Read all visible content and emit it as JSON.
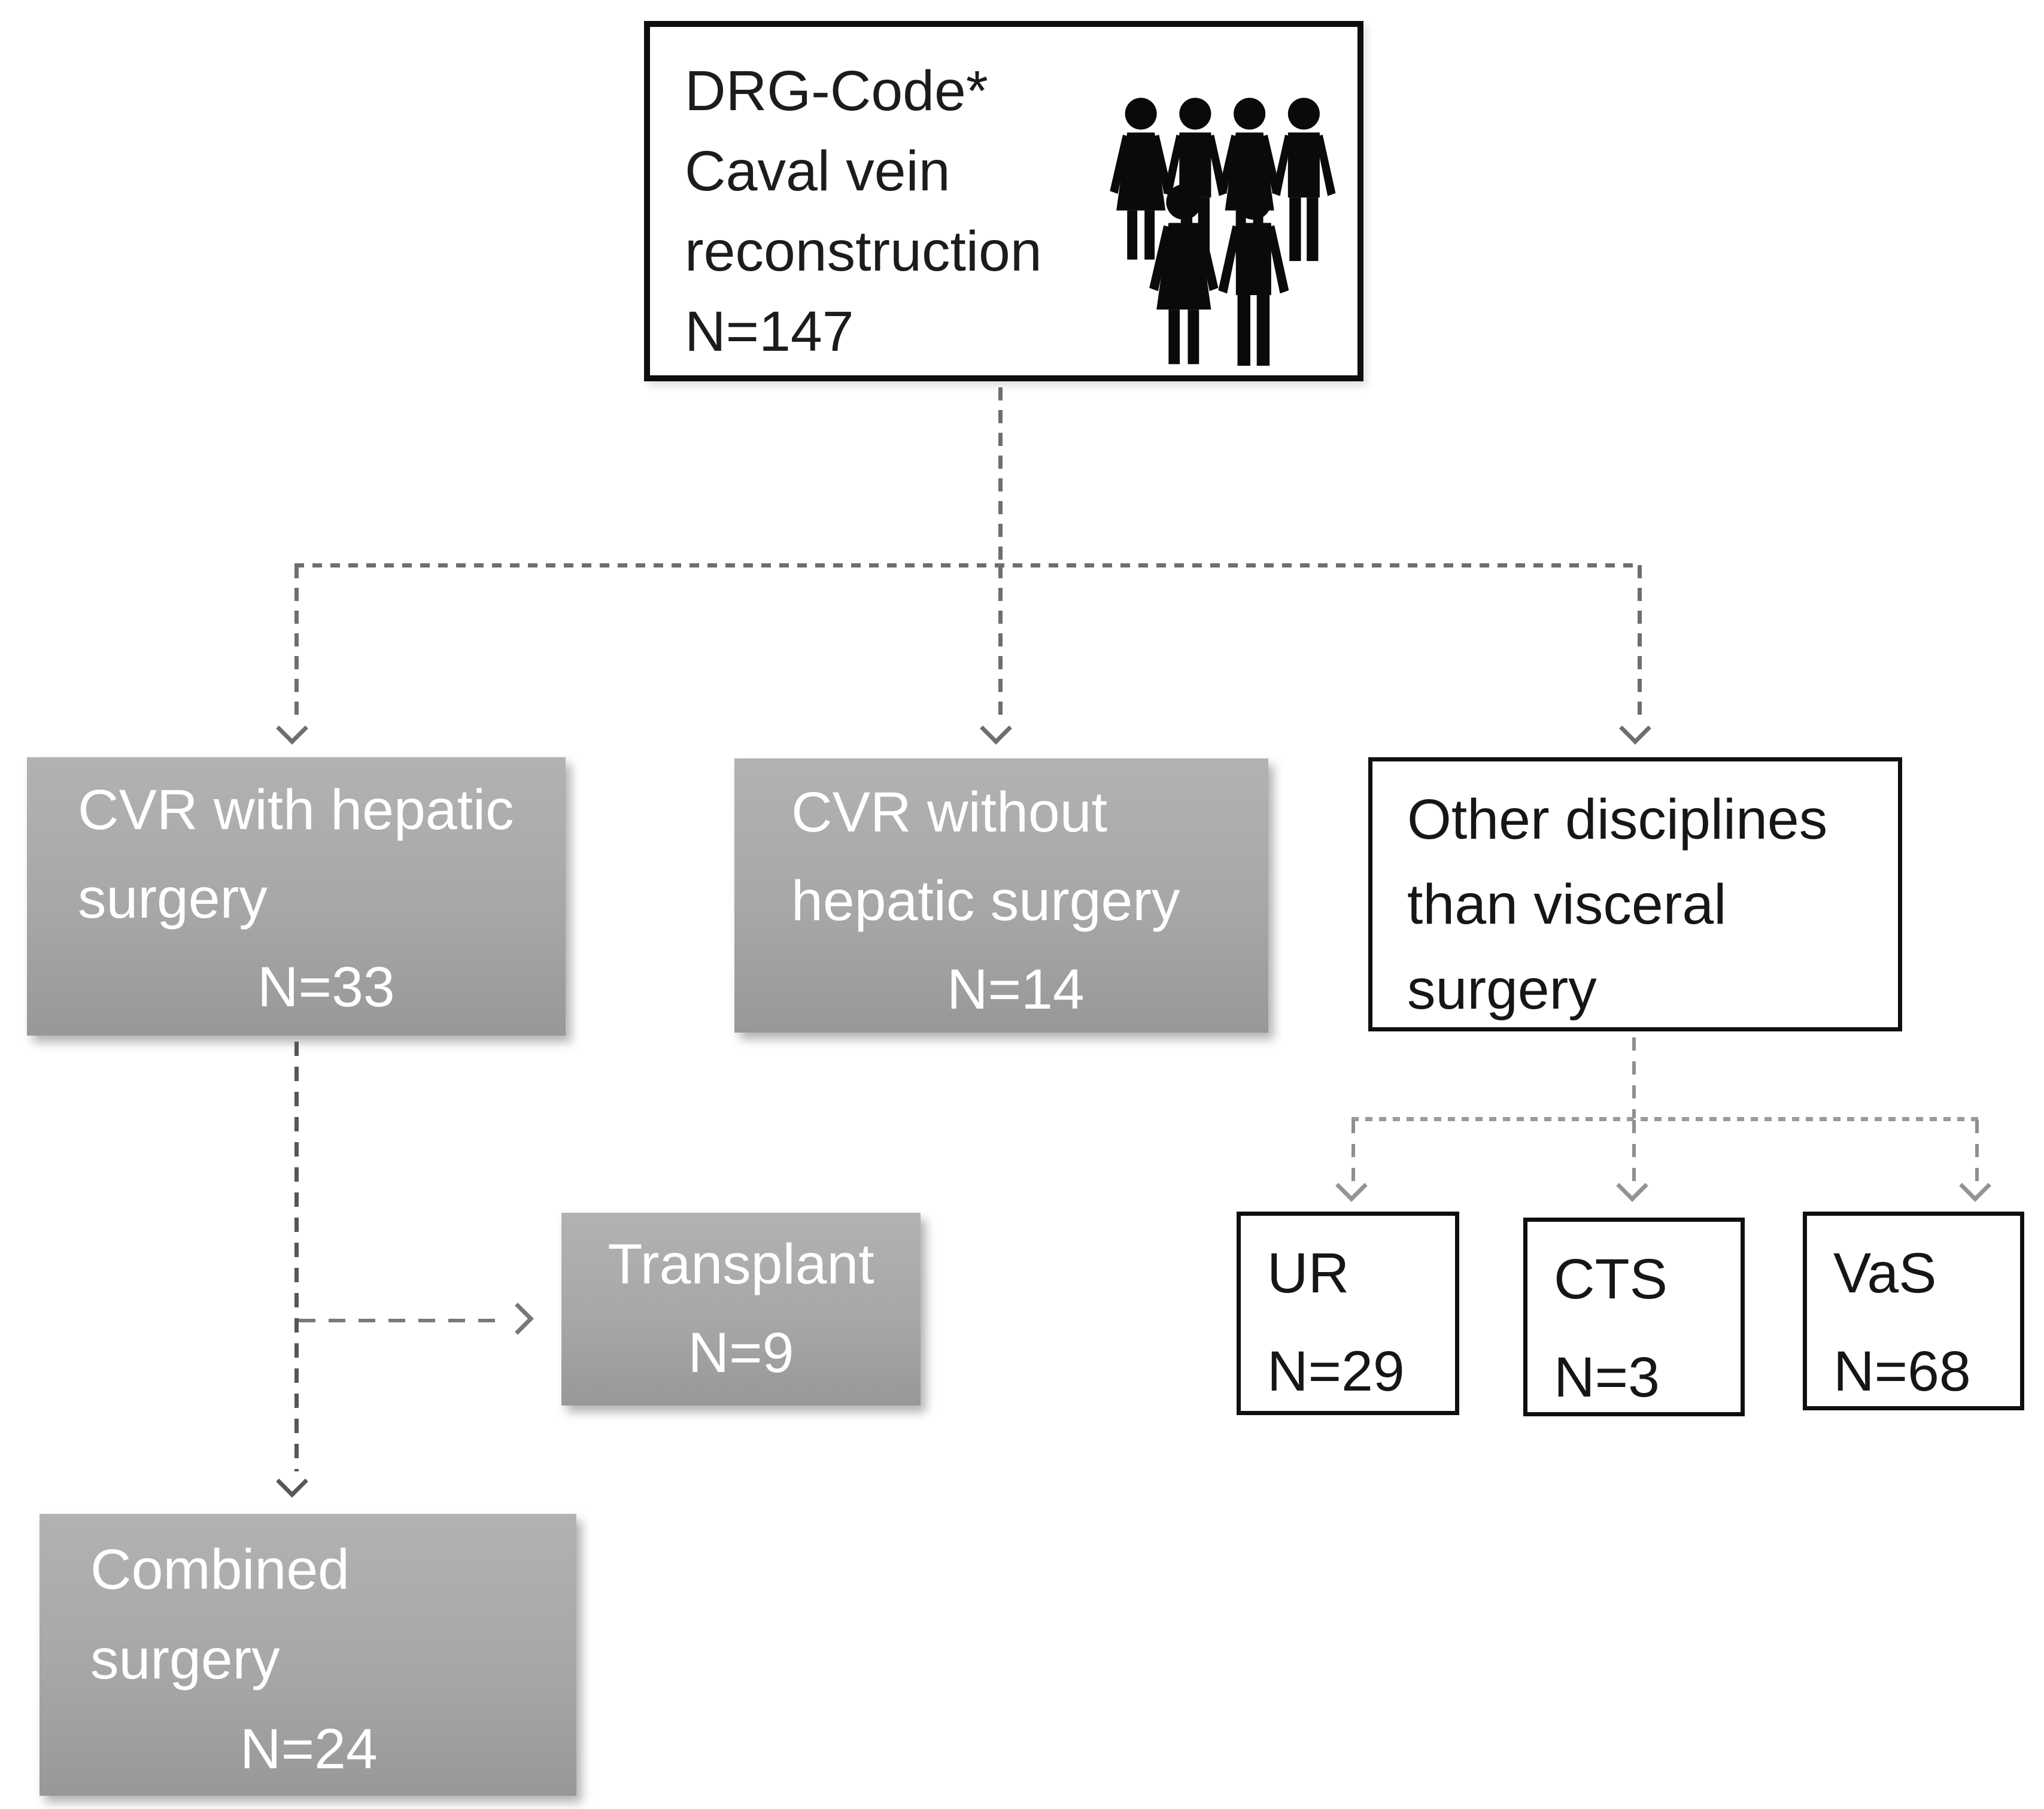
{
  "nodes": {
    "root": {
      "line1": "DRG-Code*",
      "line2": "Caval vein",
      "line3": "reconstruction",
      "line4": "N=147"
    },
    "cvr_with_hepatic": {
      "line1": "CVR with hepatic",
      "line2": "surgery",
      "n": "N=33"
    },
    "cvr_without_hepatic": {
      "line1": "CVR without",
      "line2": "hepatic surgery",
      "n": "N=14"
    },
    "other_disciplines": {
      "line1": "Other disciplines",
      "line2": "than visceral",
      "line3": "surgery"
    },
    "transplant": {
      "line1": "Transplant",
      "n": "N=9"
    },
    "combined_surgery": {
      "line1": "Combined",
      "line2": "surgery",
      "n": "N=24"
    },
    "ur": {
      "label": "UR",
      "n": "N=29"
    },
    "cts": {
      "label": "CTS",
      "n": "N=3"
    },
    "vas": {
      "label": "VaS",
      "n": "N=68"
    }
  },
  "icons": {
    "people_group": "people-group-icon"
  },
  "colors": {
    "background": "#ffffff",
    "gray_box_top": "#b2b2b2",
    "gray_box_bottom": "#989898",
    "gray_box_text": "#ffffff",
    "white_box_border": "#0f0f0f",
    "black_text": "#161616",
    "connector_gray": "#6e6e6e",
    "connector_dark": "#565656",
    "connector_light": "#9a9a9a",
    "icon_black": "#0a0a0a"
  }
}
